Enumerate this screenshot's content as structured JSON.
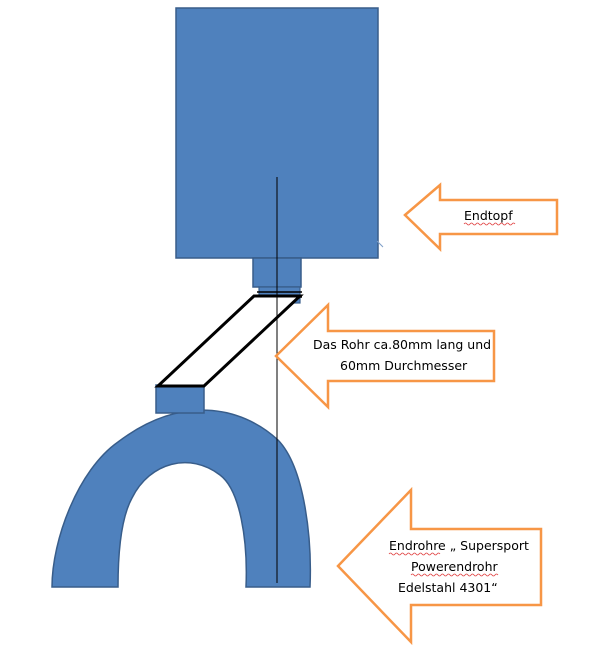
{
  "labels": {
    "endtopf": "Endtopf",
    "rohr_line1": "Das Rohr ca.80mm lang und",
    "rohr_line2": "60mm Durchmesser",
    "endrohre_line1": "Endrohre „ Supersport",
    "endrohre_line2": "Powerendrohr",
    "endrohre_line3": "Edelstahl 4301“"
  },
  "colors": {
    "part_fill": "#4f81bd",
    "part_stroke": "#385d8a",
    "arrow_stroke": "#f79646",
    "arrow_fill": "#ffffff",
    "pipe_stroke": "#000000",
    "spell_check": "#e04040"
  }
}
